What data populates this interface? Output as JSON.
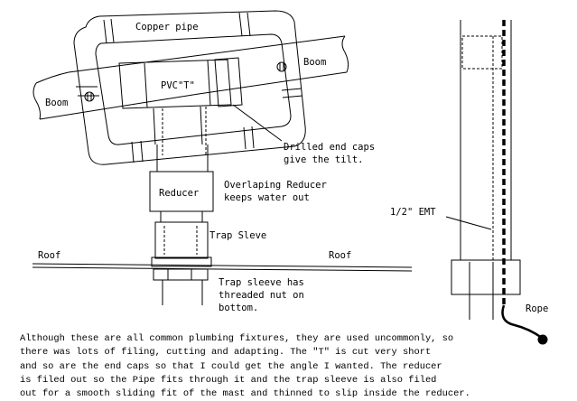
{
  "labels": {
    "copper_pipe": "Copper pipe",
    "pvc_t": "PVC\"T\"",
    "boom_left": "Boom",
    "boom_right": "Boom",
    "drilled_caps_1": "Drilled end caps",
    "drilled_caps_2": "give the tilt.",
    "reducer": "Reducer",
    "overlap_1": "Overlaping Reducer",
    "overlap_2": "keeps water out",
    "trap_sleeve": "Trap Sleve",
    "roof_left": "Roof",
    "roof_right": "Roof",
    "nut_1": "Trap sleeve has",
    "nut_2": "threaded nut on",
    "nut_3": "bottom.",
    "emt": "1/2\" EMT",
    "rope": "Rope"
  },
  "description": {
    "line1": "Although these are all common plumbing fixtures, they are used uncommonly, so",
    "line2": "there was lots of filing, cutting and adapting.  The \"T\" is cut very short",
    "line3": "and so are the end caps so that I could get the angle I wanted.  The reducer",
    "line4": "is filed out so the Pipe fits through it and the trap sleeve is also filed",
    "line5": "out for a smooth sliding fit of the mast and thinned to slip inside the reducer."
  }
}
